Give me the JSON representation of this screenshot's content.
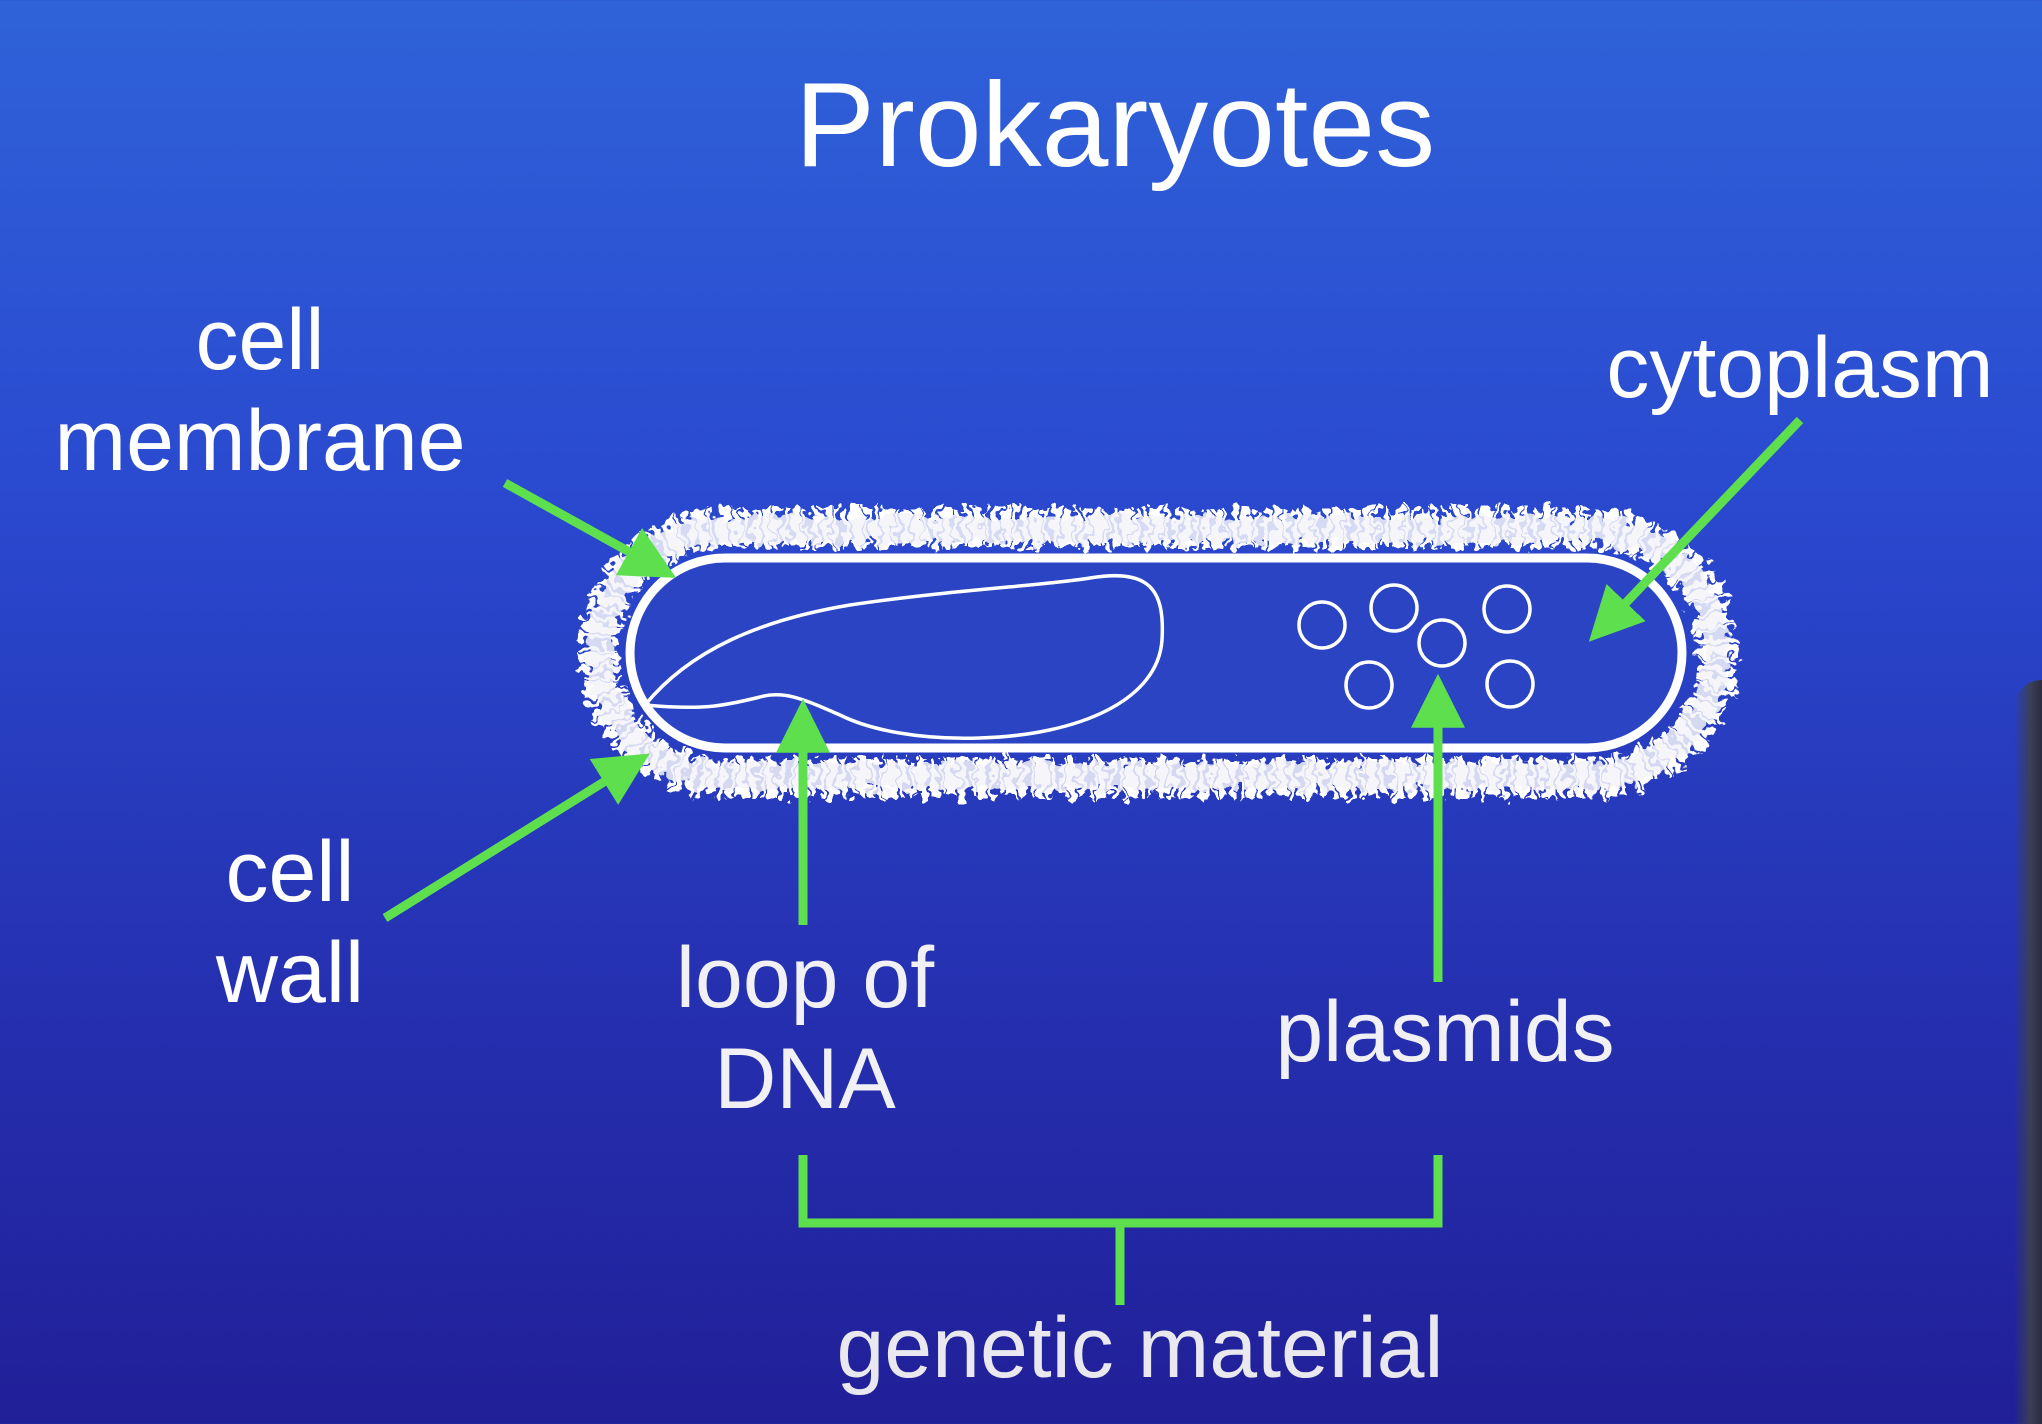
{
  "title": "Prokaryotes",
  "labels": {
    "cell_membrane": {
      "line1": "cell",
      "line2": "membrane"
    },
    "cytoplasm": "cytoplasm",
    "cell_wall": {
      "line1": "cell",
      "line2": "wall"
    },
    "loop_of_dna": {
      "line1": "loop of",
      "line2": "DNA"
    },
    "plasmids": "plasmids",
    "genetic_material": "genetic material"
  },
  "colors": {
    "arrow": "#5ee04e",
    "outline": "#ffffff",
    "background_top": "#2f62d9",
    "background_bottom": "#211f98"
  }
}
